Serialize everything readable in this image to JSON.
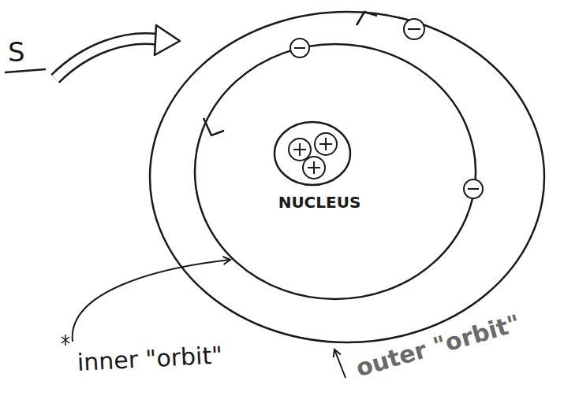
{
  "diagram": {
    "labels": [
      "S",
      "NUCLEUS",
      "inner \"orbit\"",
      "outer \"orbit\""
    ]
  }
}
